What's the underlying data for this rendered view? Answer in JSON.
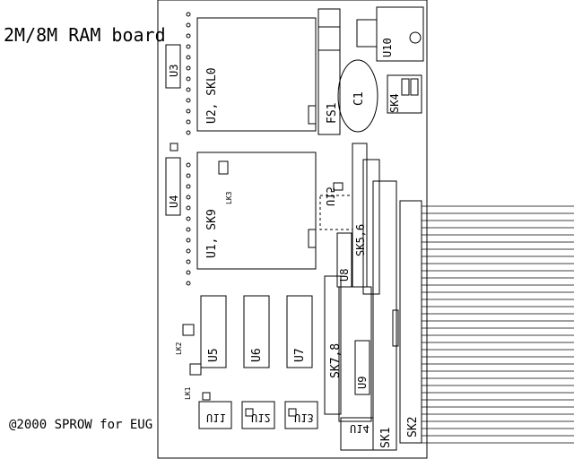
{
  "title": "2M/8M RAM board",
  "credit": "@2000 SPROW for EUG",
  "components": {
    "u3": "U3",
    "u2_skl0": "U2, SKL0",
    "fs1": "FS1",
    "c1": "C1",
    "u10": "U10",
    "sk4": "SK4",
    "u4": "U4",
    "u1_sk9": "U1, SK9",
    "lk3": "LK3",
    "u15": "U15",
    "sk5_6": "SK5,6",
    "u8": "U8",
    "u5": "U5",
    "u6": "U6",
    "u7": "U7",
    "lk2": "LK2",
    "lk1": "LK1",
    "sk7_8": "SK7,8",
    "u9": "U9",
    "u11": "U11",
    "u12": "U12",
    "u13": "U13",
    "u14": "U14",
    "sk1": "SK1",
    "sk2": "SK2"
  }
}
